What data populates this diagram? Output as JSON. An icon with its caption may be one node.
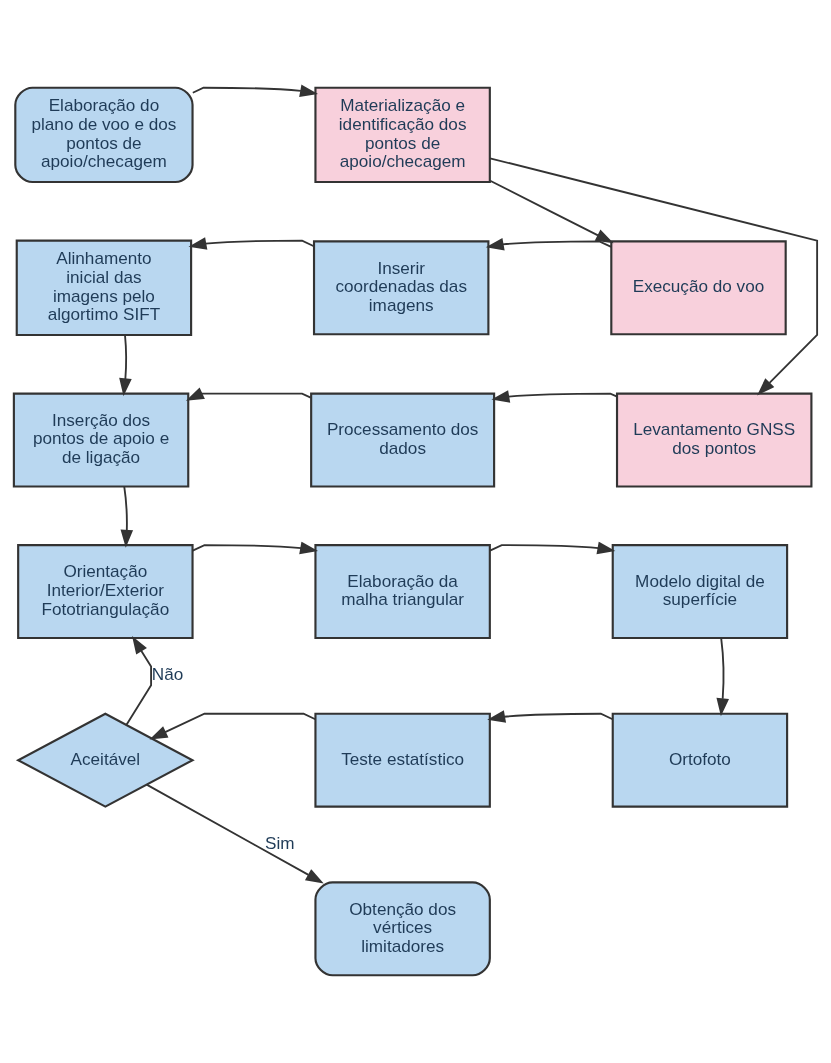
{
  "diagram": {
    "nodes": [
      {
        "text": [
          "Elaboração do plano de voo e dos pontos de apoio/checagem"
        ]
      },
      {
        "text": [
          "Materialização e identificação dos pontos de apoio/checagem"
        ]
      },
      {
        "text": [
          "Alinhamento inicial das imagens pelo algortimo SIFT"
        ]
      },
      {
        "text": [
          "Inserir coordenadas das imagens"
        ]
      },
      {
        "text": [
          "Execução do voo"
        ]
      },
      {
        "text": [
          "Inserção dos pontos de apoio e de ligação"
        ]
      },
      {
        "text": [
          "Processamento dos dados"
        ]
      },
      {
        "text": [
          "Levantamento GNSS dos pontos"
        ]
      },
      {
        "text": [
          "Orientação Interior/Exterior Fototriangulação"
        ]
      },
      {
        "text": [
          "Elaboração da malha triangular"
        ]
      },
      {
        "text": [
          "Modelo digital de superfície"
        ]
      },
      {
        "text": [
          "Aceitável"
        ]
      },
      {
        "text": [
          "Teste estatístico"
        ]
      },
      {
        "text": [
          "Ortofoto"
        ]
      },
      {
        "text": [
          "Obtenção dos vértices limitadores"
        ]
      }
    ],
    "edges": [
      {
        "from": 0,
        "to": 1,
        "arrow": "to"
      },
      {
        "from": 1,
        "to": 4,
        "arrow": "to"
      },
      {
        "from": 1,
        "to": 7,
        "arrow": "to"
      },
      {
        "from": 4,
        "to": 3,
        "arrow": "to"
      },
      {
        "from": 3,
        "to": 2,
        "arrow": "to"
      },
      {
        "from": 2,
        "to": 5,
        "arrow": "to"
      },
      {
        "from": 7,
        "to": 6,
        "arrow": "to"
      },
      {
        "from": 6,
        "to": 5,
        "arrow": "to"
      },
      {
        "from": 5,
        "to": 8,
        "arrow": "to"
      },
      {
        "from": 8,
        "to": 9,
        "arrow": "to"
      },
      {
        "from": 9,
        "to": 10,
        "arrow": "to"
      },
      {
        "from": 10,
        "to": 13,
        "arrow": "to"
      },
      {
        "from": 13,
        "to": 12,
        "arrow": "to"
      },
      {
        "from": 12,
        "to": 11,
        "arrow": "to"
      },
      {
        "from": 11,
        "to": 8,
        "arrow": "to",
        "label": "Não"
      },
      {
        "from": 11,
        "to": 14,
        "arrow": "to",
        "label": "Sim"
      }
    ]
  }
}
